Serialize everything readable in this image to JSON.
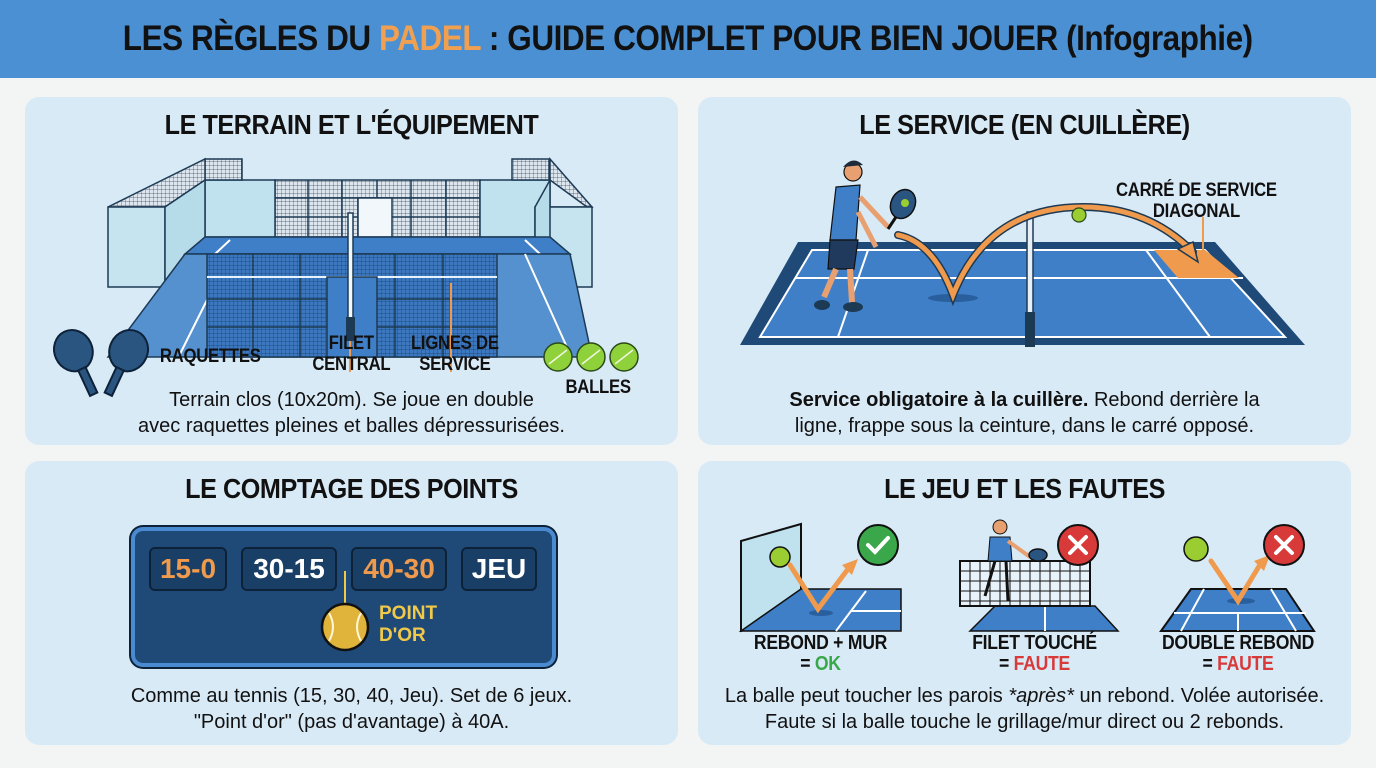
{
  "header": {
    "title_prefix": "LES RÈGLES DU ",
    "title_accent": "PADEL",
    "title_suffix": " : GUIDE COMPLET POUR BIEN JOUER (Infographie)",
    "accent_color": "#f0a050",
    "background_color": "#4a90d2"
  },
  "panels": {
    "terrain": {
      "title": "LE TERRAIN ET L'ÉQUIPEMENT",
      "labels": {
        "raquettes": "RAQUETTES",
        "filet_line1": "FILET",
        "filet_line2": "CENTRAL",
        "lignes_line1": "LIGNES DE",
        "lignes_line2": "SERVICE",
        "balles": "BALLES"
      },
      "description_line1": "Terrain clos (10x20m). Se joue en double",
      "description_line2": "avec raquettes pleines et balles dépressurisées."
    },
    "service": {
      "title": "LE SERVICE (EN CUILLÈRE)",
      "callout_line1": "CARRÉ DE SERVICE",
      "callout_line2": "DIAGONAL",
      "description_bold": "Service obligatoire à la cuillère.",
      "description_rest_line1": " Rebond derrière la",
      "description_line2": "ligne, frappe sous la ceinture, dans le carré opposé."
    },
    "comptage": {
      "title": "LE COMPTAGE DES POINTS",
      "scores": [
        {
          "value": "15-0",
          "color": "orange"
        },
        {
          "value": "30-15",
          "color": "white"
        },
        {
          "value": "40-30",
          "color": "orange"
        },
        {
          "value": "JEU",
          "color": "white"
        }
      ],
      "gold_point_line1": "POINT",
      "gold_point_line2": "D'OR",
      "description_line1": "Comme au tennis (15, 30, 40, Jeu). Set de 6 jeux.",
      "description_line2": "\"Point d'or\" (pas d'avantage) à 40A."
    },
    "fautes": {
      "title": "LE JEU ET LES FAUTES",
      "cases": [
        {
          "title": "REBOND + MUR",
          "prefix": "= ",
          "verdict": "OK",
          "icon": "check-icon"
        },
        {
          "title": "FILET TOUCHÉ",
          "prefix": "= ",
          "verdict": "FAUTE",
          "icon": "cross-icon"
        },
        {
          "title": "DOUBLE REBOND",
          "prefix": "= ",
          "verdict": "FAUTE",
          "icon": "cross-icon"
        }
      ],
      "description_line1_a": "La balle peut toucher les parois ",
      "description_line1_em": "*après*",
      "description_line1_b": " un rebond. Volée autorisée.",
      "description_line2": "Faute si la balle touche le grillage/mur direct ou 2 rebonds."
    }
  },
  "colors": {
    "panel_bg": "#d9eaf7",
    "court_blue": "#3f7fc8",
    "court_dark": "#1f4a78",
    "orange": "#ef9a4c",
    "ok_green": "#3aa84a",
    "faute_red": "#d83a3a",
    "ball_green": "#9acd32",
    "gold": "#f0c94a"
  }
}
